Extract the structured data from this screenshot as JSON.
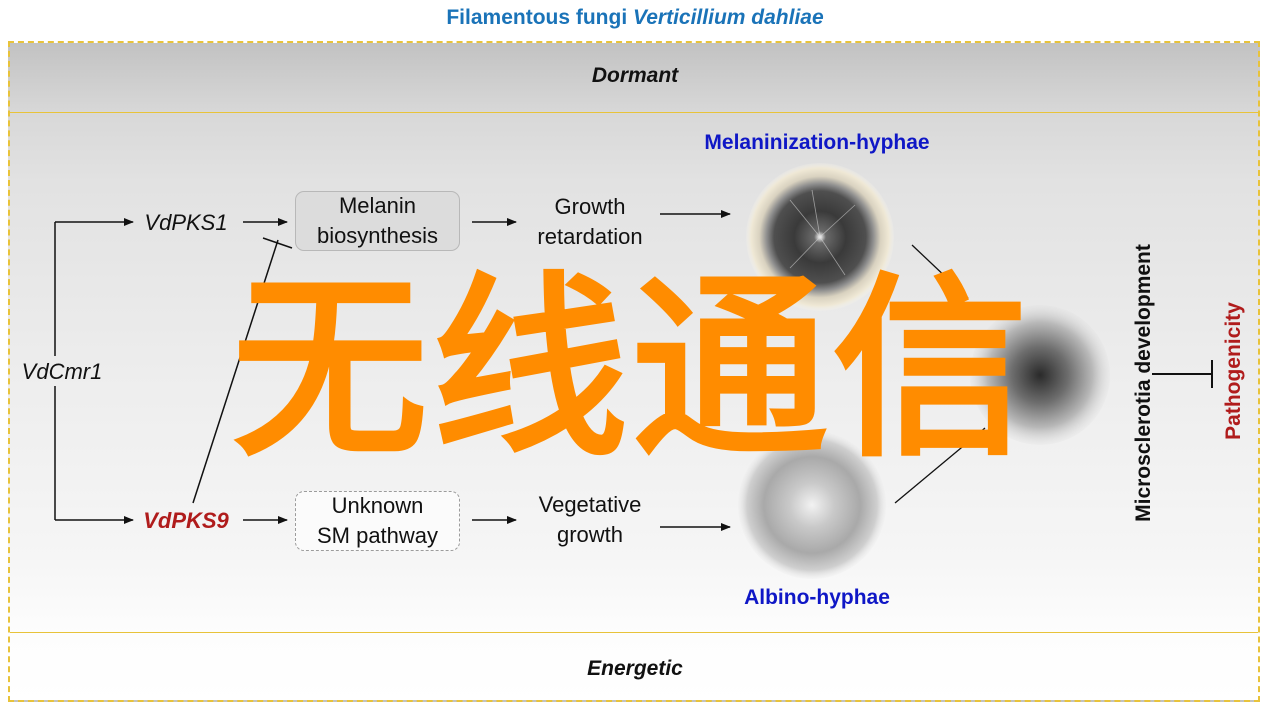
{
  "header": {
    "title_prefix": "Filamentous fungi",
    "title_species": "Verticillium dahliae"
  },
  "bands": {
    "top": "Dormant",
    "bottom": "Energetic"
  },
  "genes": {
    "regulator": "VdCmr1",
    "upper": "VdPKS1",
    "lower": "VdPKS9"
  },
  "boxes": {
    "upper_line1": "Melanin",
    "upper_line2": "biosynthesis",
    "lower_line1": "Unknown",
    "lower_line2": "SM pathway"
  },
  "outcomes": {
    "upper_line1": "Growth",
    "upper_line2": "retardation",
    "lower_line1": "Vegetative",
    "lower_line2": "growth"
  },
  "phenotypes": {
    "upper": "Melaninization-hyphae",
    "lower": "Albino-hyphae"
  },
  "right": {
    "development": "Microsclerotia development",
    "pathogenicity": "Pathogenicity"
  },
  "watermark": "无线通信",
  "colors": {
    "title": "#1a73b8",
    "phenotype_label": "#0f17c6",
    "highlight": "#b01c1c",
    "frame": "#e8c33a",
    "watermark": "#ff8c00"
  }
}
